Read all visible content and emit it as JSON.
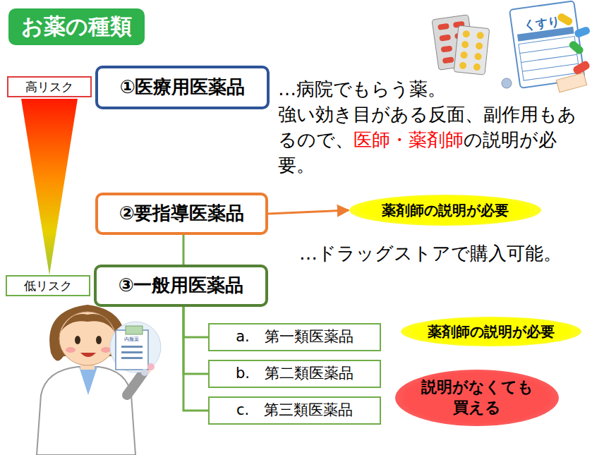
{
  "diagram": {
    "title": "お薬の種類",
    "nodes": [
      {
        "text": [
          "高リスク"
        ]
      },
      {
        "text": [
          "①医療用医薬品"
        ]
      },
      {
        "text": [
          "②要指導医薬品"
        ]
      },
      {
        "text": [
          "薬剤師の説明が必要"
        ]
      },
      {
        "text": [
          "低リスク"
        ]
      },
      {
        "text": [
          "③一般用医薬品"
        ]
      },
      {
        "text": [
          "a.　第一類医薬品"
        ]
      },
      {
        "text": [
          "薬剤師の説明が必要"
        ]
      },
      {
        "text": [
          "b.　第二類医薬品"
        ]
      },
      {
        "text": [
          "c.　第三類医薬品"
        ]
      },
      {
        "text": [
          "説明がなくても 買える"
        ]
      }
    ],
    "edges": [
      {
        "from": 2,
        "to": 3,
        "arrow": "to"
      },
      {
        "from": 2,
        "to": 5,
        "arrow": "none"
      },
      {
        "from": 5,
        "to": 6,
        "arrow": "none"
      },
      {
        "from": 5,
        "to": 8,
        "arrow": "none"
      },
      {
        "from": 5,
        "to": 9,
        "arrow": "none"
      }
    ],
    "labels": [
      "…病院でもらう薬。",
      "強い効き目がある反面、副作用もあるので、",
      "医師・薬剤師",
      "の説明が必要。",
      "…ドラッグストアで購入可能。",
      "くすり",
      "内服薬"
    ]
  }
}
